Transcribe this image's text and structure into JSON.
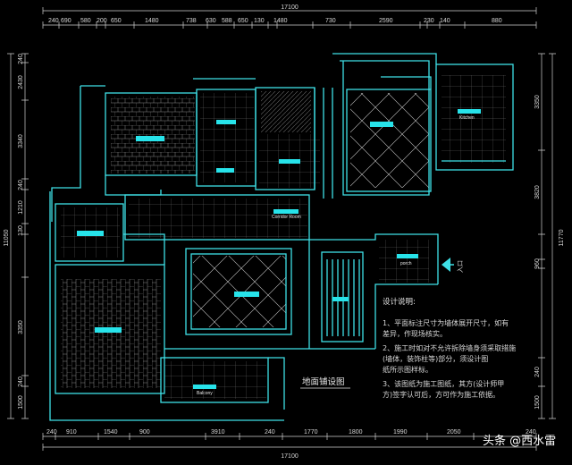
{
  "drawing": {
    "title": "地面铺设图",
    "entry_label": "入口",
    "watermark": "头条 @西水雷"
  },
  "rooms": {
    "master_bedroom": "",
    "bedroom_mid": "",
    "study": "",
    "dining": "",
    "kitchen": "Kitchen",
    "corridor": "Corridor Room",
    "foyer": "porch",
    "bedroom_left": "",
    "living": "",
    "balcony": "Balcony"
  },
  "dims": {
    "top_total": "17100",
    "top": [
      "240",
      "690",
      "580",
      "200",
      "650",
      "1480",
      "738",
      "630",
      "588",
      "650",
      "130",
      "1480",
      "730",
      "2590",
      "230",
      "140",
      "880"
    ],
    "bottom_total": "17100",
    "bottom": [
      "240",
      "910",
      "1540",
      "900",
      "3910",
      "240",
      "1770",
      "1800",
      "1990",
      "2050",
      "240"
    ],
    "left_total": "11050",
    "left": [
      "240",
      "2430",
      "3340",
      "240",
      "1210",
      "130",
      "3350",
      "240",
      "1500"
    ],
    "right_total": "11770",
    "right": [
      "3350",
      "3820",
      "960",
      "240",
      "1500"
    ]
  },
  "notes": {
    "heading": "设计说明:",
    "lines": [
      "1、平面标注尺寸为墙体展开尺寸，如有",
      "   差异，作现场核实。",
      "2、施工时如对不允许拆除墙身须采取措施",
      "   (墙体，装饰柱等)部分，须设计图",
      "   纸所示图样标。",
      "3、该图纸为施工图纸，其方(设计师甲",
      "   方)签字认可后，方可作为施工依据。"
    ]
  }
}
